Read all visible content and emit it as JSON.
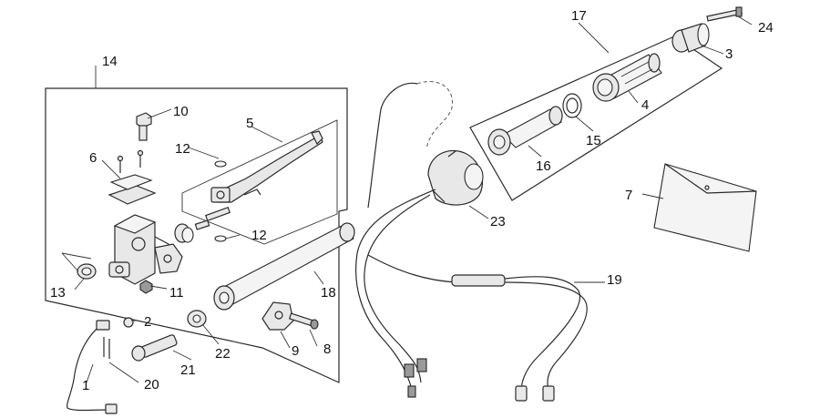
{
  "labels": {
    "p1": "1",
    "p2": "2",
    "p3": "3",
    "p4": "4",
    "p5": "5",
    "p6": "6",
    "p7": "7",
    "p8": "8",
    "p9": "9",
    "p10": "10",
    "p11": "11",
    "p12a": "12",
    "p12b": "12",
    "p13": "13",
    "p14": "14",
    "p15": "15",
    "p16": "16",
    "p17": "17",
    "p18": "18",
    "p19": "19",
    "p20": "20",
    "p21": "21",
    "p22": "22",
    "p23": "23",
    "p24": "24"
  },
  "colors": {
    "line": "#2a2a2a",
    "fill": "#e8e8e8",
    "background": "#ffffff"
  }
}
